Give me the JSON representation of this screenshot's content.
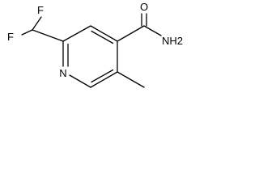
{
  "structure": {
    "atoms": {
      "fluorine_top": "F",
      "fluorine_left": "F",
      "ring_nitrogen": "N",
      "carbonyl_oxygen": "O",
      "amide_nh2": "NH2"
    }
  },
  "colors": {
    "bond": "#000000",
    "label": "#000000",
    "background": "#ffffff"
  }
}
